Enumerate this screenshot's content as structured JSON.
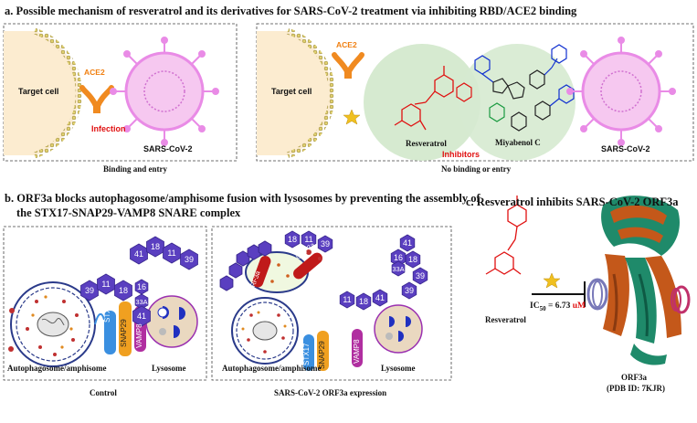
{
  "panel_a": {
    "title": "a. Possible mechanism of resveratrol and its derivatives for SARS-CoV-2 treatment via inhibiting RBD/ACE2 binding",
    "left": {
      "target_cell": "Target cell",
      "ace2": "ACE2",
      "infection": "Infection",
      "virus": "SARS-CoV-2",
      "caption": "Binding and entry"
    },
    "right": {
      "target_cell": "Target cell",
      "ace2": "ACE2",
      "resveratrol": "Resveratrol",
      "miyabenol": "Miyabenol C",
      "inhibitors": "Inhibitors",
      "virus": "SARS-CoV-2",
      "caption": "No binding or entry"
    }
  },
  "panel_b": {
    "title_line1": "b. ORF3a blocks autophagosome/amphisome fusion with lysosomes by preventing the assembly of",
    "title_line2": "the STX17-SNAP29-VAMP8  SNARE complex",
    "left": {
      "hex_top": [
        "41",
        "18",
        "11",
        "39"
      ],
      "hex_middle": [
        "39",
        "11",
        "18",
        "16",
        "33A",
        "41"
      ],
      "stx17": "STX17",
      "snap29": "SNAP29",
      "vamp8": "VAMP8",
      "autophagosome": "Autophagosome/amphisome",
      "lysosome": "Lysosome",
      "caption": "Control"
    },
    "right": {
      "orf3a": "ORF3a",
      "hex_labels": [
        "18",
        "11",
        "39",
        "41",
        "16",
        "33A",
        "18",
        "39",
        "11",
        "18",
        "41",
        "39"
      ],
      "stx17": "STX17",
      "snap29": "SNAP29",
      "vamp8": "VAMP8",
      "autophagosome": "Autophagosome/amphisome",
      "lysosome": "Lysosome",
      "caption": "SARS-CoV-2 ORF3a expression"
    }
  },
  "panel_c": {
    "title": "c. Resveratrol inhibits SARS-CoV-2 ORF3a",
    "resveratrol": "Resveratrol",
    "ic50_prefix": "IC",
    "ic50_sub": "50",
    "ic50_value": " = 6.73 ",
    "ic50_unit": "uM",
    "protein": "ORF3a",
    "pdb": "(PDB ID: 7KJR)"
  },
  "colors": {
    "orange": "#f07f10",
    "red": "#e01010",
    "hexagon": "#5a3fc0",
    "green_circle": "#d6ead0",
    "virus": "#e98be6",
    "lysosome": "#ead8c0",
    "stx17": "#3a8fe0",
    "snap29": "#f0a020",
    "vamp8": "#b02ea0",
    "teal": "#1f8a6a",
    "brown": "#c4581a"
  }
}
